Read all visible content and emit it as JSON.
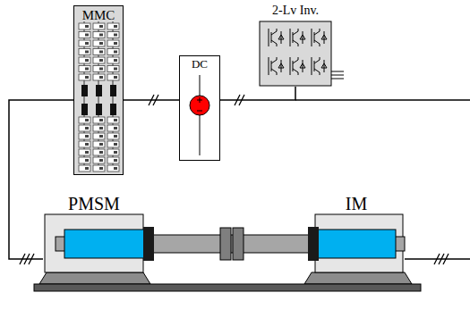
{
  "diagram": {
    "nodes": [
      {
        "text": [
          "MMC"
        ]
      },
      {
        "text": [
          "DC"
        ]
      },
      {
        "text": [
          "2-Lv Inv."
        ]
      },
      {
        "text": [
          "PMSM"
        ]
      },
      {
        "text": [
          "IM"
        ]
      }
    ],
    "edges": [
      {
        "from": 0,
        "to": 1,
        "arrow": "none"
      },
      {
        "from": 1,
        "to": 2,
        "arrow": "none"
      },
      {
        "from": 0,
        "to": 3,
        "arrow": "none"
      }
    ]
  }
}
